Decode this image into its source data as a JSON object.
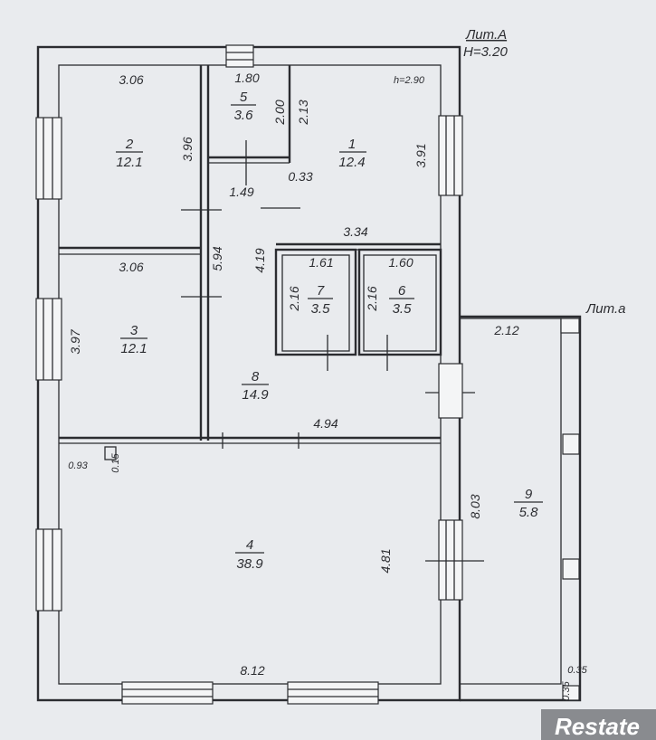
{
  "header": {
    "lit_main": "Лит.А",
    "height": "H=3.20",
    "lit_annex": "Лит.а"
  },
  "rooms": [
    {
      "num": "1",
      "area": "12.4"
    },
    {
      "num": "2",
      "area": "12.1"
    },
    {
      "num": "3",
      "area": "12.1"
    },
    {
      "num": "4",
      "area": "38.9"
    },
    {
      "num": "5",
      "area": "3.6"
    },
    {
      "num": "6",
      "area": "3.5"
    },
    {
      "num": "7",
      "area": "3.5"
    },
    {
      "num": "8",
      "area": "14.9"
    },
    {
      "num": "9",
      "area": "5.8"
    }
  ],
  "dims": {
    "r2_top": "3.06",
    "r2_right": "3.96",
    "r5_top": "1.80",
    "r5_right": "2.00",
    "r5_left2": "2.13",
    "r1_ceiling": "h=2.90",
    "r1_right": "3.91",
    "r1_mid": "0.33",
    "r1_bottom": "3.34",
    "corr_w": "1.49",
    "corr_h": "5.94",
    "corr_h2": "4.19",
    "r3_top": "3.06",
    "r3_left": "3.97",
    "r7_top": "1.61",
    "r7_left": "2.16",
    "r6_top": "1.60",
    "r6_left": "2.16",
    "r8_bottom": "4.94",
    "r4_a": "0.93",
    "r4_b": "0.15",
    "r4_right": "4.81",
    "r4_bottom": "8.12",
    "r9_top": "2.12",
    "r9_left": "8.03",
    "r9_c1": "0.35",
    "r9_c2": "0.35"
  },
  "watermark": "Restate"
}
